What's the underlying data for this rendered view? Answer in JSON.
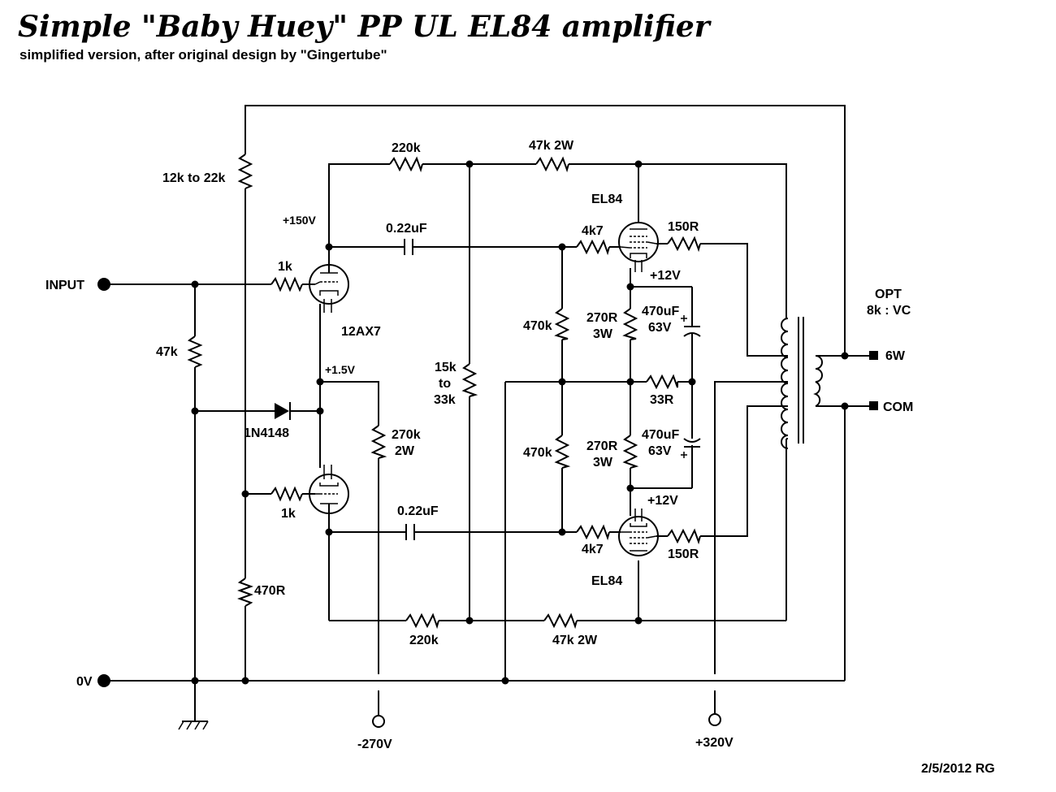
{
  "title": "Simple \"Baby Huey\" PP UL EL84 amplifier",
  "subtitle": "simplified version, after original design by \"Gingertube\"",
  "labels": {
    "r_12k_22k": "12k to 22k",
    "v_150": "+150V",
    "r_220k_top": "220k",
    "r_47k2w_top": "47k 2W",
    "c_022_top": "0.22uF",
    "el84_top": "EL84",
    "r_4k7_top": "4k7",
    "r_150r_top": "150R",
    "v_12_top": "+12V",
    "input": "INPUT",
    "r_1k_top": "1k",
    "tube_12ax7": "12AX7",
    "opt_line1": "OPT",
    "opt_line2": "8k : VC",
    "r_470k_top": "470k",
    "r_270r_top_1": "270R",
    "r_270r_top_2": "3W",
    "c_470uf_top_1": "470uF",
    "c_470uf_top_2": "63V",
    "r_47k": "47k",
    "v_1_5": "+1.5V",
    "r_15k_1": "15k",
    "r_15k_2": "to",
    "r_15k_3": "33k",
    "out_6w": "6W",
    "r_33r": "33R",
    "diode": "1N4148",
    "r_270k_1": "270k",
    "r_270k_2": "2W",
    "out_com": "COM",
    "r_470k_bot": "470k",
    "r_270r_bot_1": "270R",
    "r_270r_bot_2": "3W",
    "c_470uf_bot_1": "470uF",
    "c_470uf_bot_2": "63V",
    "v_12_bot": "+12V",
    "r_1k_bot": "1k",
    "c_022_bot": "0.22uF",
    "r_4k7_bot": "4k7",
    "r_150r_bot": "150R",
    "el84_bot": "EL84",
    "r_470r": "470R",
    "r_220k_bot": "220k",
    "r_47k2w_bot": "47k 2W",
    "zero_v": "0V",
    "v_neg270": "-270V",
    "v_320": "+320V",
    "date": "2/5/2012 RG"
  }
}
